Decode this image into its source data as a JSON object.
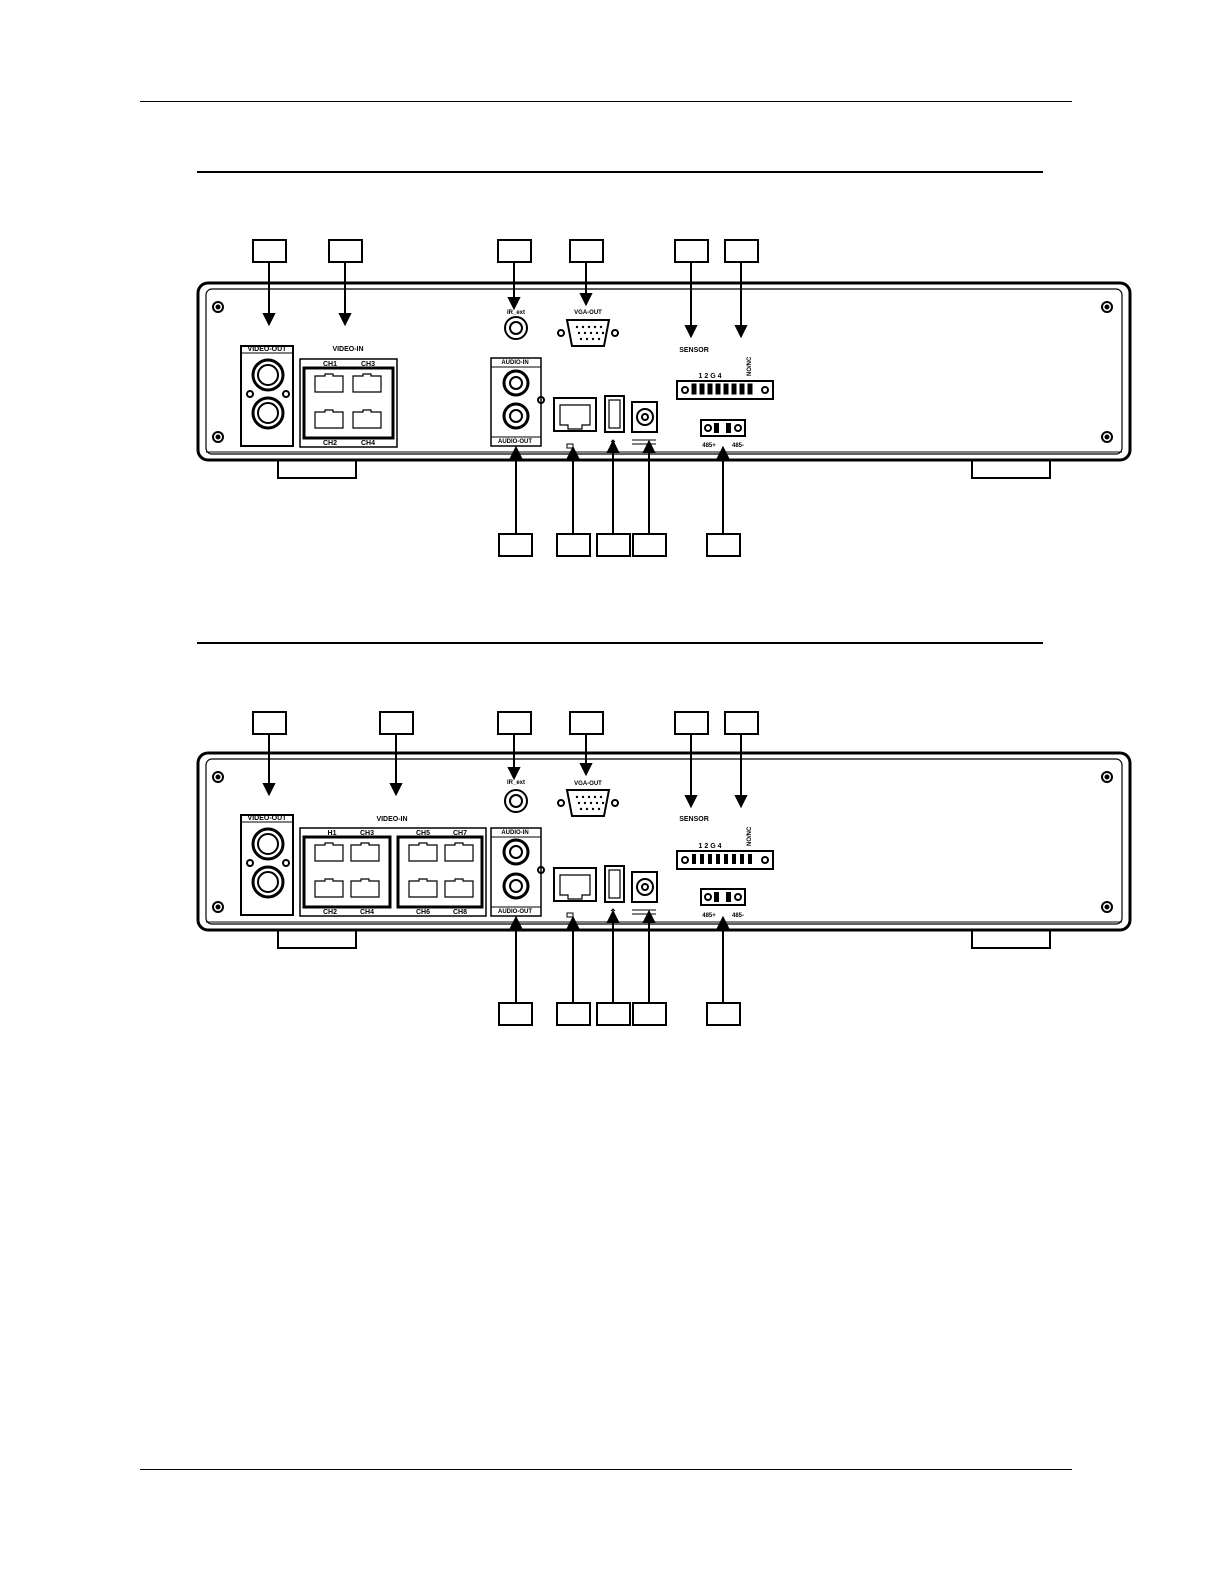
{
  "figures": [
    {
      "id": "rear-panel-4ch",
      "labels": {
        "video_out": "VIDEO-OUT",
        "video_in": "VIDEO-IN",
        "ir_ext": "IR_ext",
        "vga_out": "VGA-OUT",
        "audio_in": "AUDIO-IN",
        "audio_out": "AUDIO-OUT",
        "sensor": "SENSOR",
        "sensor_pins": "1 2 G 4",
        "relay_pins": "NO/NC",
        "rs485_plus": "485+",
        "rs485_minus": "485-"
      },
      "channel_labels_top": [
        "CH1",
        "CH3"
      ],
      "channel_labels_bottom": [
        "CH2",
        "CH4"
      ],
      "callout_count_top": 6,
      "callout_count_bottom": 5
    },
    {
      "id": "rear-panel-8ch",
      "labels": {
        "video_out": "VIDEO-OUT",
        "video_in": "VIDEO-IN",
        "ir_ext": "IR_ext",
        "vga_out": "VGA-OUT",
        "audio_in": "AUDIO-IN",
        "audio_out": "AUDIO-OUT",
        "sensor": "SENSOR",
        "sensor_pins": "1 2 G 4",
        "relay_pins": "NO/NC",
        "rs485_plus": "485+",
        "rs485_minus": "485-"
      },
      "channel_labels_top": [
        "H1",
        "CH3",
        "CH5",
        "CH7"
      ],
      "channel_labels_bottom": [
        "CH2",
        "CH4",
        "CH6",
        "CH8"
      ],
      "callout_count_top": 6,
      "callout_count_bottom": 5
    }
  ]
}
